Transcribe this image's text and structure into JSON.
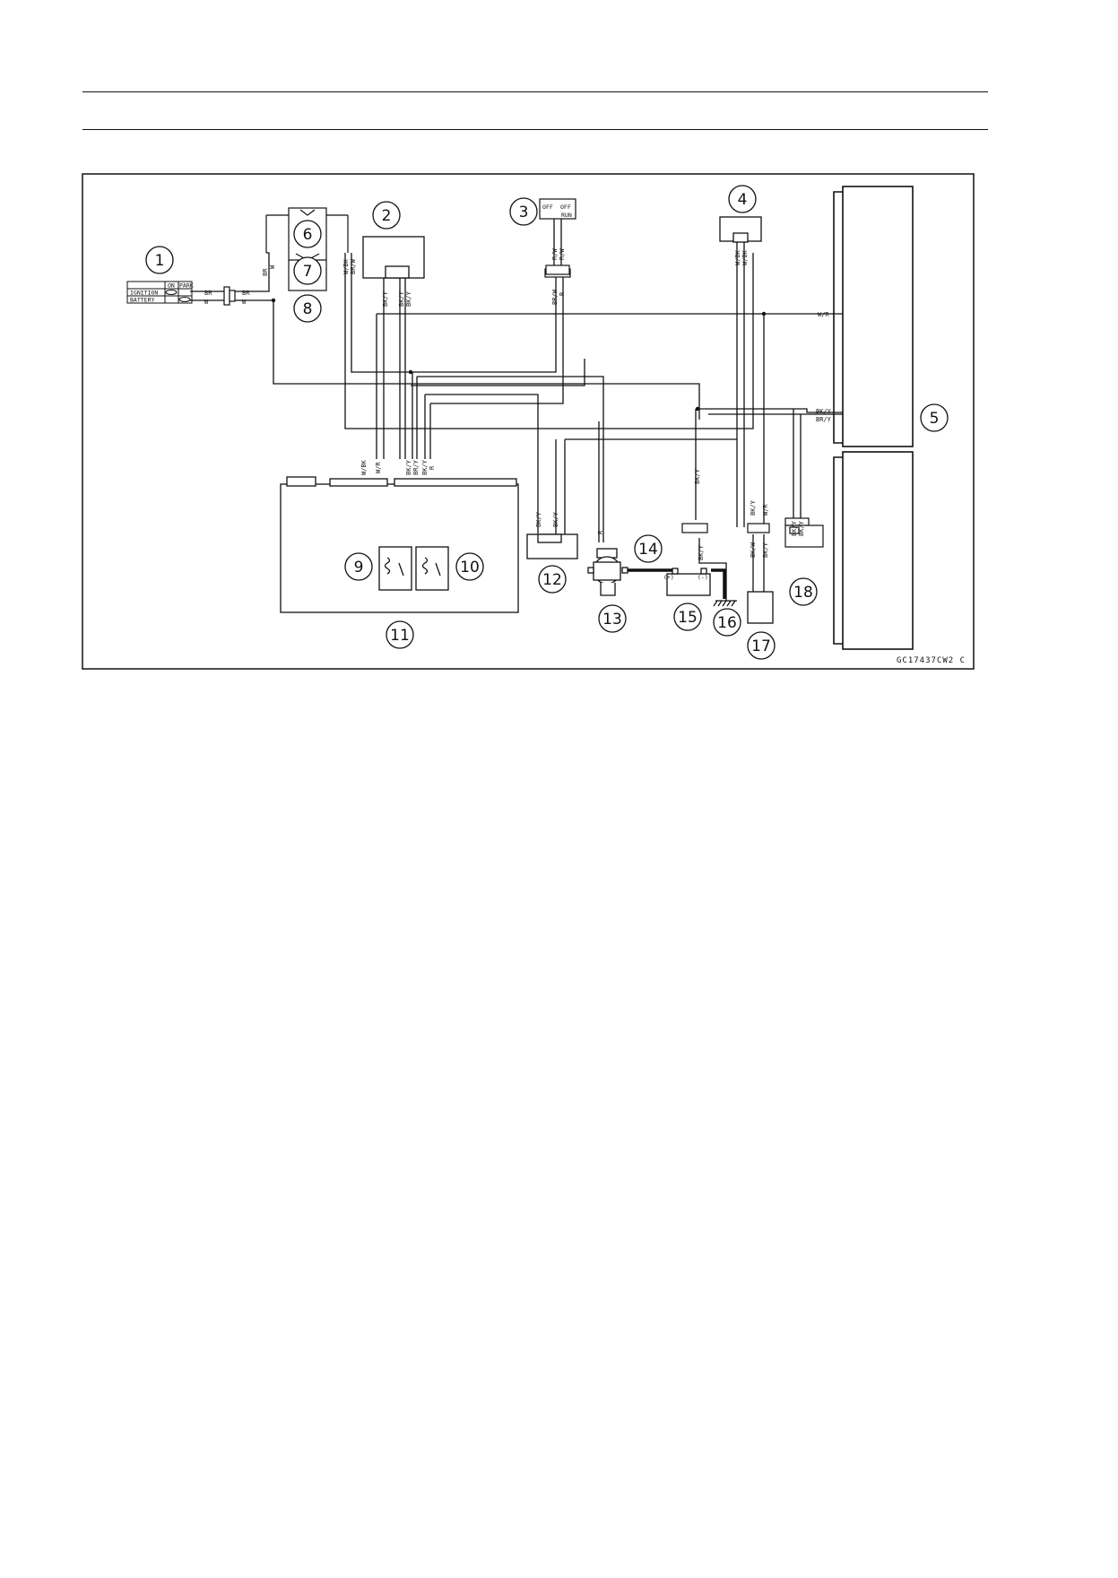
{
  "callouts": [
    "1",
    "2",
    "3",
    "4",
    "5",
    "6",
    "7",
    "8",
    "9",
    "10",
    "11",
    "12",
    "13",
    "14",
    "15",
    "16",
    "17",
    "18"
  ],
  "ignition_switch": {
    "header_on": "ON",
    "header_park": "PARK",
    "row1": "IGNITION",
    "row2": "BATTERY"
  },
  "switch3": {
    "left": "OFF",
    "right": "OFF",
    "run": "RUN"
  },
  "wire_labels": {
    "br": "BR",
    "w": "W",
    "w_bk": "W/BK",
    "br_w": "BR/W",
    "w_r": "W/R",
    "bk_y": "BK/Y",
    "br_y": "BR/Y",
    "r_w": "R/W",
    "r": "R",
    "bk_w": "BK/W",
    "plus": "(+)",
    "minus": "(-)"
  },
  "figure_code": "GC17437CW2  C"
}
